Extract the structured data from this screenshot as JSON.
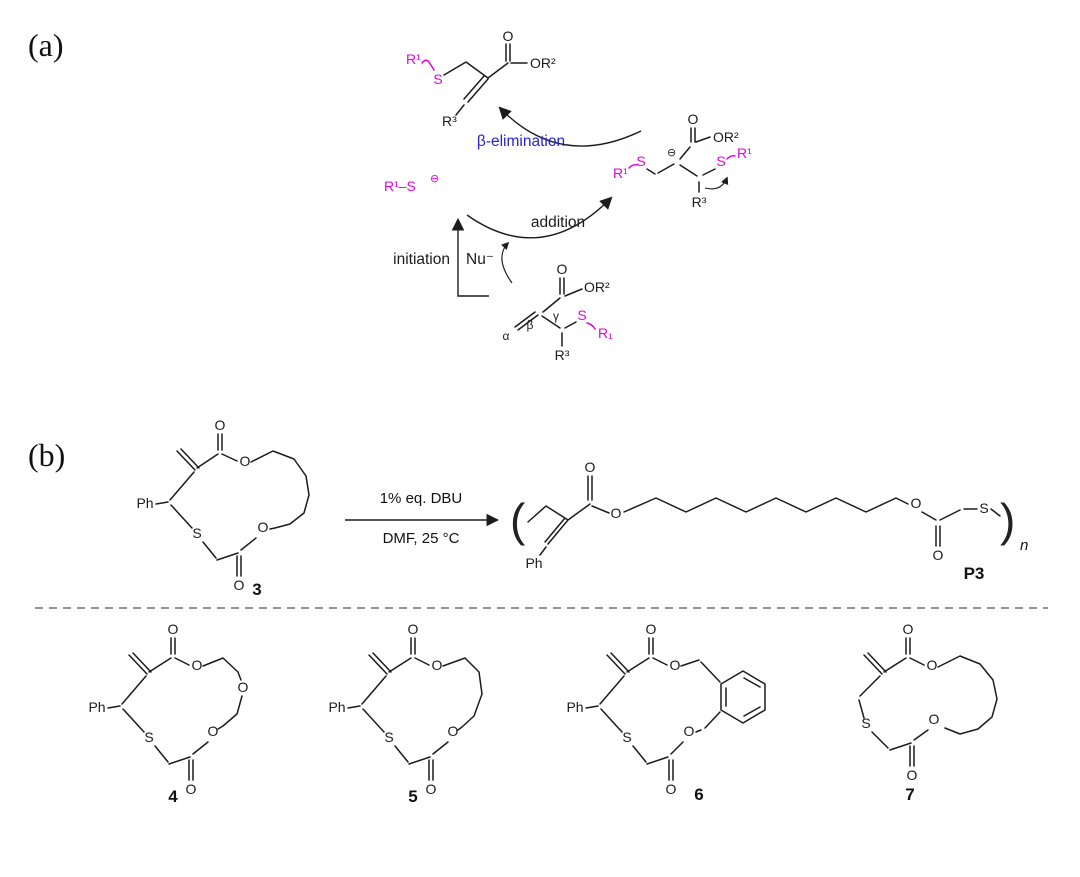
{
  "panels": {
    "a": "(a)",
    "b": "(b)"
  },
  "colors": {
    "sulfur_magenta": "#e600e6",
    "elimination_blue": "#2424d6",
    "bond_black": "#1c1c1c"
  },
  "mechanism": {
    "beta_elimination_label": "β-elimination",
    "addition_label": "addition",
    "initiation_label": "initiation",
    "nucleophile_label": "Nu⁻",
    "thiolate_group": "R¹–S",
    "negative_charge": "⊖"
  },
  "atoms": {
    "O": "O",
    "S": "S",
    "Ph": "Ph",
    "OR2": "OR²",
    "R1": "R¹",
    "R1_sub": "R₁",
    "R3": "R³"
  },
  "greek": {
    "alpha": "α",
    "beta": "β",
    "gamma": "γ"
  },
  "reaction": {
    "conditions_line1": "1% eq. DBU",
    "conditions_line2": "DMF, 25 °C"
  },
  "compounds": {
    "monomer3": "3",
    "polymer_p3": "P3",
    "monomer4": "4",
    "monomer5": "5",
    "monomer6": "6",
    "monomer7": "7"
  },
  "polymer": {
    "open_paren": "(",
    "close_paren": ")",
    "repeat_subscript": "n"
  }
}
